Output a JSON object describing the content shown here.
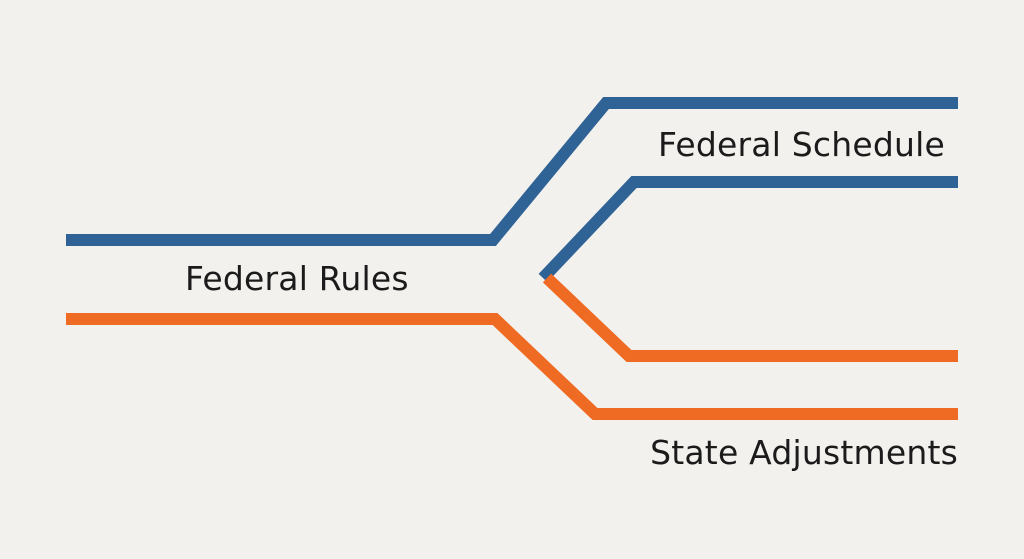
{
  "labels": {
    "federal_rules": "Federal Rules",
    "federal_schedule": "Federal Schedule",
    "state_adjustments": "State Adjustments"
  },
  "colors": {
    "background": "#f2f1ed",
    "federal": "#2f6295",
    "state": "#ef6a22",
    "text": "#1b1b1b"
  }
}
